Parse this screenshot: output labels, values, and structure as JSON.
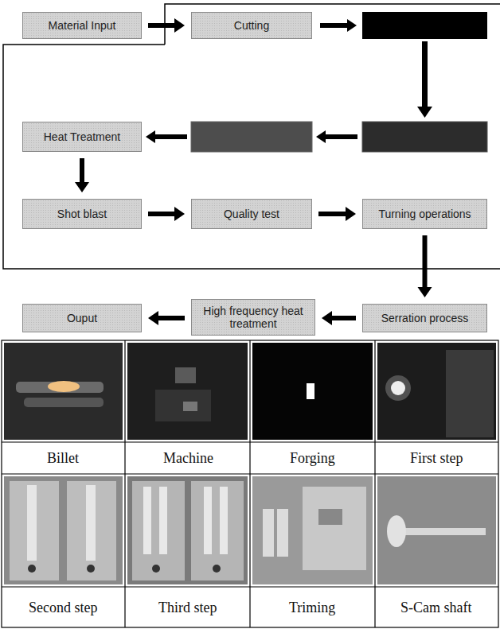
{
  "diagram": {
    "nodes": [
      {
        "text": [
          "Material Input"
        ]
      },
      {
        "text": [
          "Cutting"
        ]
      },
      {
        "text": [
          "Heat Treatment"
        ]
      },
      {
        "text": [
          "Shot blast"
        ]
      },
      {
        "text": [
          "Quality test"
        ]
      },
      {
        "text": [
          "Turning operations"
        ]
      },
      {
        "text": [
          "Ouput"
        ]
      },
      {
        "text": [
          "High frequency heat treatment"
        ]
      },
      {
        "text": [
          "Serration process"
        ]
      }
    ],
    "edges": [
      {
        "from": 0,
        "to": 1,
        "arrow": "to"
      },
      {
        "from": 2,
        "to": 3,
        "arrow": "to"
      },
      {
        "from": 3,
        "to": 4,
        "arrow": "to"
      },
      {
        "from": 4,
        "to": 5,
        "arrow": "to"
      },
      {
        "from": 5,
        "to": 8,
        "arrow": "to"
      },
      {
        "from": 8,
        "to": 7,
        "arrow": "to"
      },
      {
        "from": 7,
        "to": 6,
        "arrow": "to"
      }
    ],
    "labels": [
      "Billet",
      "Machine",
      "Forging",
      "First step",
      "Second step",
      "Third step",
      "Triming",
      "S-Cam shaft"
    ]
  }
}
